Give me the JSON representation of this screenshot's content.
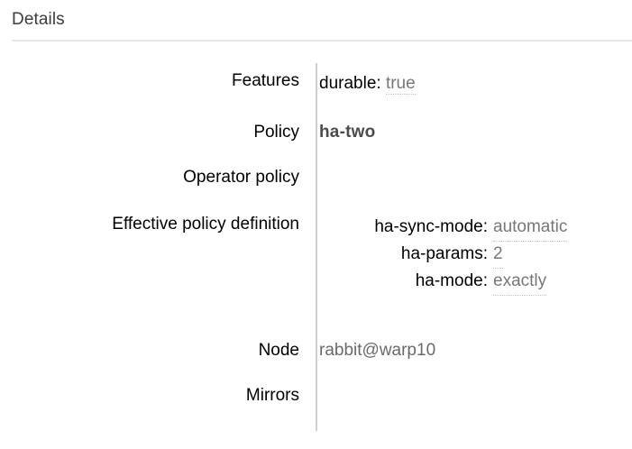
{
  "section": {
    "title": "Details"
  },
  "rows": {
    "features": {
      "label": "Features",
      "pairs": [
        {
          "key": "durable",
          "separator": ":",
          "value": "true"
        }
      ]
    },
    "policy": {
      "label": "Policy",
      "value": "ha-two"
    },
    "operator_policy": {
      "label": "Operator policy",
      "value": ""
    },
    "effective_policy_definition": {
      "label": "Effective policy definition",
      "pairs": [
        {
          "key": "ha-sync-mode",
          "separator": ":",
          "value": "automatic"
        },
        {
          "key": "ha-params",
          "separator": ":",
          "value": "2"
        },
        {
          "key": "ha-mode",
          "separator": ":",
          "value": "exactly"
        }
      ]
    },
    "node": {
      "label": "Node",
      "value": "rabbit@warp10"
    },
    "mirrors": {
      "label": "Mirrors",
      "value": ""
    }
  },
  "colors": {
    "heading": "#3c3c41",
    "label": "#000000",
    "value_muted": "#777777",
    "policy_link": "#4b4b4b",
    "node_value": "#6a6a6a",
    "rule": "#e6e6e6",
    "divider": "#cfcfcf",
    "background": "#ffffff"
  }
}
